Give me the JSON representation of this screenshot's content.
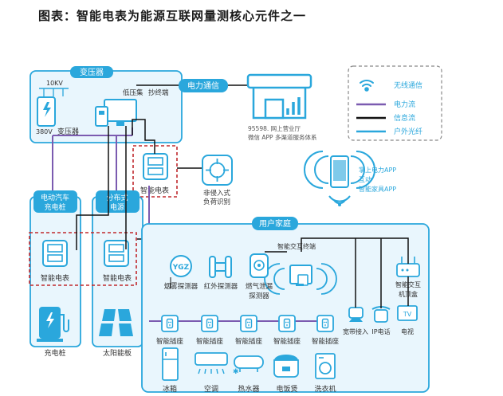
{
  "title": "图表：智能电表为能源互联网量测核心元件之一",
  "colors": {
    "cyan": "#2aa7dc",
    "purple": "#7b5bb0",
    "black": "#111111",
    "red": "#c0282d",
    "pale": "#e9f6fd"
  },
  "transformer_group": {
    "header": "变压器",
    "voltage": "10KV",
    "low_voltage": "380V",
    "label": "变压器",
    "concentrator": "低压集",
    "collector": "抄终端"
  },
  "power_comm": {
    "label": "电力通信"
  },
  "hall": {
    "line1": "95598. 网上营业厅",
    "line2": "微信 APP 多渠道服务体系"
  },
  "legend": {
    "items": [
      "无线通信",
      "电力流",
      "信息流",
      "户外光纤"
    ]
  },
  "meter_main": {
    "label": "智能电表"
  },
  "nilm": {
    "line1": "非侵入式",
    "line2": "负荷识别"
  },
  "ev": {
    "header_line1": "电动汽车",
    "header_line2": "充电桩",
    "meter": "智能电表",
    "device": "充电桩"
  },
  "pv": {
    "header_line1": "分布式",
    "header_line2": "电源",
    "meter": "智能电表",
    "device": "太阳能板"
  },
  "app": {
    "line1": "掌上电力APP",
    "line2": "互动",
    "line3": "智能家具APP"
  },
  "home": {
    "header": "用户家庭",
    "terminal": "智能交互终端",
    "sensors": [
      "烟雾探测器",
      "红外探测器",
      "燃气泄漏",
      "探测器"
    ],
    "ygz": "YGZ",
    "broadband": "宽带接入",
    "ipphone": "IP电话",
    "tv_icon": "TV",
    "tv": "电视",
    "box_line1": "智能交互",
    "box_line2": "机顶盒",
    "socket": "智能插座",
    "appliances": [
      "冰箱",
      "空调",
      "热水器",
      "电饭煲",
      "洗衣机"
    ]
  }
}
